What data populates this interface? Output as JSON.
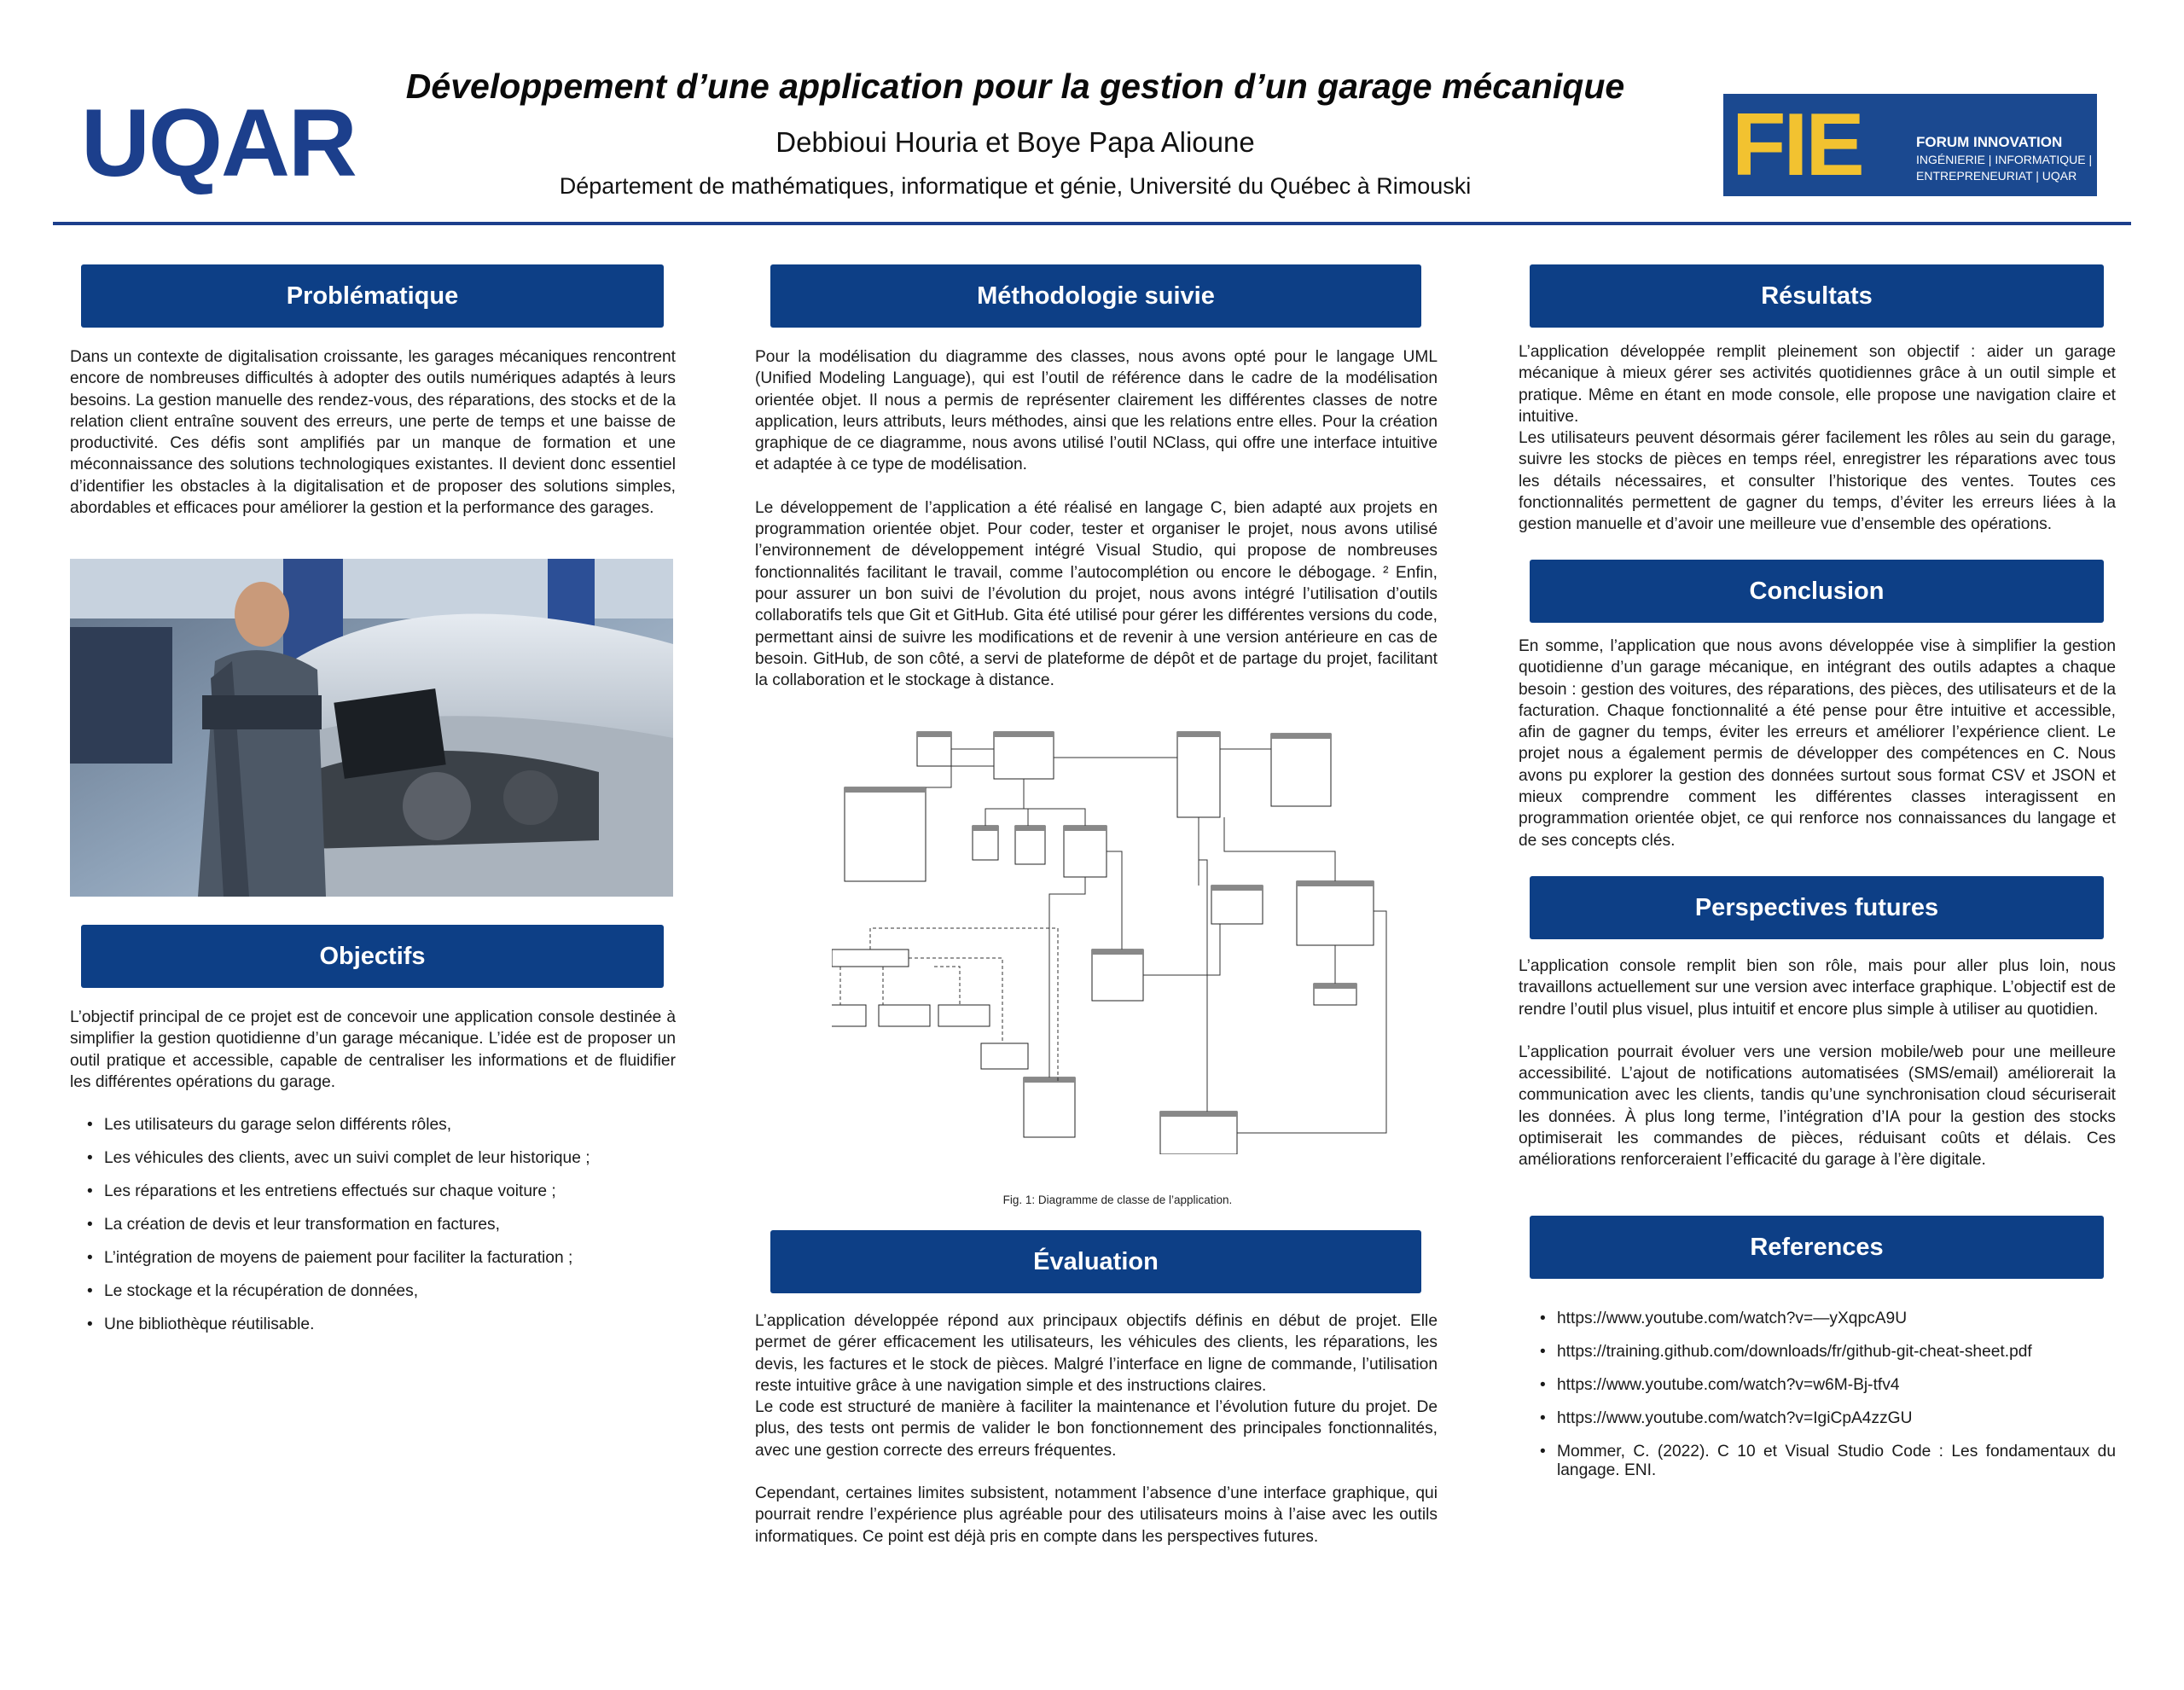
{
  "header": {
    "logo_left": "UQAR",
    "title": "Développement d’une application pour la gestion d’un garage mécanique",
    "authors": "Debbioui Houria et Boye Papa Alioune",
    "affiliation": "Département de mathématiques, informatique et génie, Université du Québec à Rimouski",
    "logo_right": {
      "mark": "FIE",
      "line1": "FORUM INNOVATION",
      "line2": "INGÉNIERIE | INFORMATIQUE |",
      "line3": "ENTREPRENEURIAT | UQAR"
    }
  },
  "sections": {
    "problematique": {
      "heading": "Problématique",
      "text": "Dans un contexte de digitalisation croissante, les garages mécaniques rencontrent encore de nombreuses difficultés à adopter des outils numériques adaptés à leurs besoins.  La gestion manuelle des rendez-vous, des réparations, des stocks et de la relation client entraîne souvent des erreurs, une perte de temps et une baisse de productivité. Ces défis sont amplifiés par un manque de formation et une méconnaissance des solutions technologiques existantes. Il devient donc essentiel d’identifier les obstacles à la digitalisation et de proposer des solutions simples, abordables et efficaces pour améliorer la gestion et la performance des garages."
    },
    "objectifs": {
      "heading": "Objectifs",
      "text": "L’objectif principal de ce projet est de concevoir une application console destinée à simplifier la gestion quotidienne d’un garage mécanique. L’idée est de proposer un outil pratique et accessible, capable de centraliser les informations et de fluidifier les différentes opérations du garage.",
      "items": [
        "Les utilisateurs du garage selon différents rôles,",
        "Les véhicules des clients, avec un suivi complet de leur historique ;",
        "Les réparations et les entretiens effectués sur chaque voiture ;",
        "La création de devis et leur transformation en factures,",
        "L’intégration de moyens de paiement pour faciliter la facturation ;",
        "Le stockage et la récupération de données,",
        "Une bibliothèque réutilisable."
      ]
    },
    "methodologie": {
      "heading": "Méthodologie suivie",
      "p1": "Pour la modélisation du diagramme des classes, nous avons opté pour le langage UML (Unified Modeling Language), qui est l’outil de référence dans le cadre de la modélisation orientée objet.  Il nous a permis de représenter clairement les différentes classes de notre application, leurs attributs, leurs méthodes, ainsi que les relations entre elles.  Pour la création graphique de ce diagramme, nous avons utilisé l’outil NClass, qui offre une interface intuitive et adaptée à ce type de modélisation.",
      "p2": "Le développement de l’application a été réalisé en langage C, bien adapté aux projets en programmation orientée objet. Pour coder, tester et organiser le projet, nous avons utilisé l’environnement de développement intégré Visual Studio, qui propose de nombreuses fonctionnalités facilitant le travail, comme l’autocomplétion ou encore le débogage. ² Enfin, pour assurer un bon suivi de l’évolution du projet, nous avons intégré l’utilisation d’outils collaboratifs tels que Git et GitHub. Gita été utilisé pour gérer les différentes versions du code, permettant ainsi de suivre les modifications et de revenir à une version antérieure en cas de besoin.  GitHub, de son côté, a servi de plateforme de dépôt et de partage du projet, facilitant la collaboration et le stockage à distance.",
      "figure_caption": "Fig. 1: Diagramme de classe de l’application."
    },
    "evaluation": {
      "heading": "Évaluation",
      "p1": "L’application développée répond aux principaux objectifs définis en début de projet.  Elle permet de gérer efficacement les utilisateurs, les véhicules des clients, les réparations, les devis, les factures et le stock de pièces.  Malgré l’interface en ligne de commande, l’utilisation reste intuitive grâce à une navigation simple et des instructions claires.",
      "p2": "Le code est structuré de manière à faciliter la maintenance et l’évolution future du projet. De plus, des tests ont permis de valider le bon fonctionnement des principales fonctionnalités, avec une gestion correcte des erreurs fréquentes.",
      "p3": "Cependant, certaines limites subsistent, notamment l’absence d’une interface graphique, qui pourrait rendre l’expérience plus agréable pour des utilisateurs moins à l’aise avec les outils informatiques. Ce point est déjà pris en compte dans les perspectives futures."
    },
    "resultats": {
      "heading": "Résultats",
      "p1": "L’application développée remplit pleinement son objectif : aider un garage mécanique à mieux gérer ses activités quotidiennes grâce à un outil simple et pratique.  Même en étant en mode console, elle propose une navigation claire et intuitive.",
      "p2": "Les utilisateurs peuvent désormais gérer facilement les rôles au sein du garage, suivre les stocks de pièces en temps réel, enregistrer les réparations avec tous les détails nécessaires, et consulter l’historique des ventes.  Toutes ces fonctionnalités permettent de gagner du temps, d’éviter les erreurs liées à la gestion manuelle et d’avoir une meilleure vue d’ensemble des opérations."
    },
    "conclusion": {
      "heading": "Conclusion",
      "text": "En somme, l’application que nous avons développée vise à simplifier la gestion quotidienne d’un garage mécanique, en intégrant des outils adaptes a chaque besoin :  gestion des voitures, des réparations, des pièces, des utilisateurs et de la facturation.  Chaque fonctionnalité a été pense pour être intuitive et accessible, afin de gagner du temps, éviter les erreurs et améliorer l’expérience client.  Le projet nous a également permis de développer des compétences en C. Nous avons pu explorer la gestion des données surtout sous format CSV et JSON et mieux comprendre comment les différentes classes interagissent en programmation orientée objet, ce qui renforce nos connaissances du langage et de ses concepts clés."
    },
    "perspectives": {
      "heading": "Perspectives futures",
      "p1": "L’application console remplit bien son rôle, mais pour aller plus loin, nous travaillons actuellement sur une version avec interface graphique.  L’objectif est de rendre l’outil plus visuel, plus intuitif et encore plus simple à utiliser au quotidien.",
      "p2": "L’application pourrait évoluer vers une version mobile/web pour une meilleure accessibilité.  L’ajout de notifications automatisées (SMS/email) améliorerait la communication avec les clients, tandis qu’une synchronisation cloud sécuriserait les données.  À plus long terme, l’intégration d’IA pour la gestion des stocks optimiserait les commandes de pièces, réduisant coûts et délais.  Ces améliorations renforceraient l’efficacité du garage à l’ère digitale."
    },
    "references": {
      "heading": "References",
      "items": [
        "https://www.youtube.com/watch?v=—yXqpcA9U",
        "https://training.github.com/downloads/fr/github-git-cheat-sheet.pdf",
        "https://www.youtube.com/watch?v=w6M-Bj-tfv4",
        "https://www.youtube.com/watch?v=IgiCpA4zzGU",
        "Mommer, C. (2022).  C 10 et Visual Studio Code :  Les fondamentaux du langage. ENI."
      ]
    }
  },
  "colors": {
    "accent": "#0d3f86",
    "brand_blue": "#1c3f8c",
    "fie_yellow": "#f2c230"
  }
}
